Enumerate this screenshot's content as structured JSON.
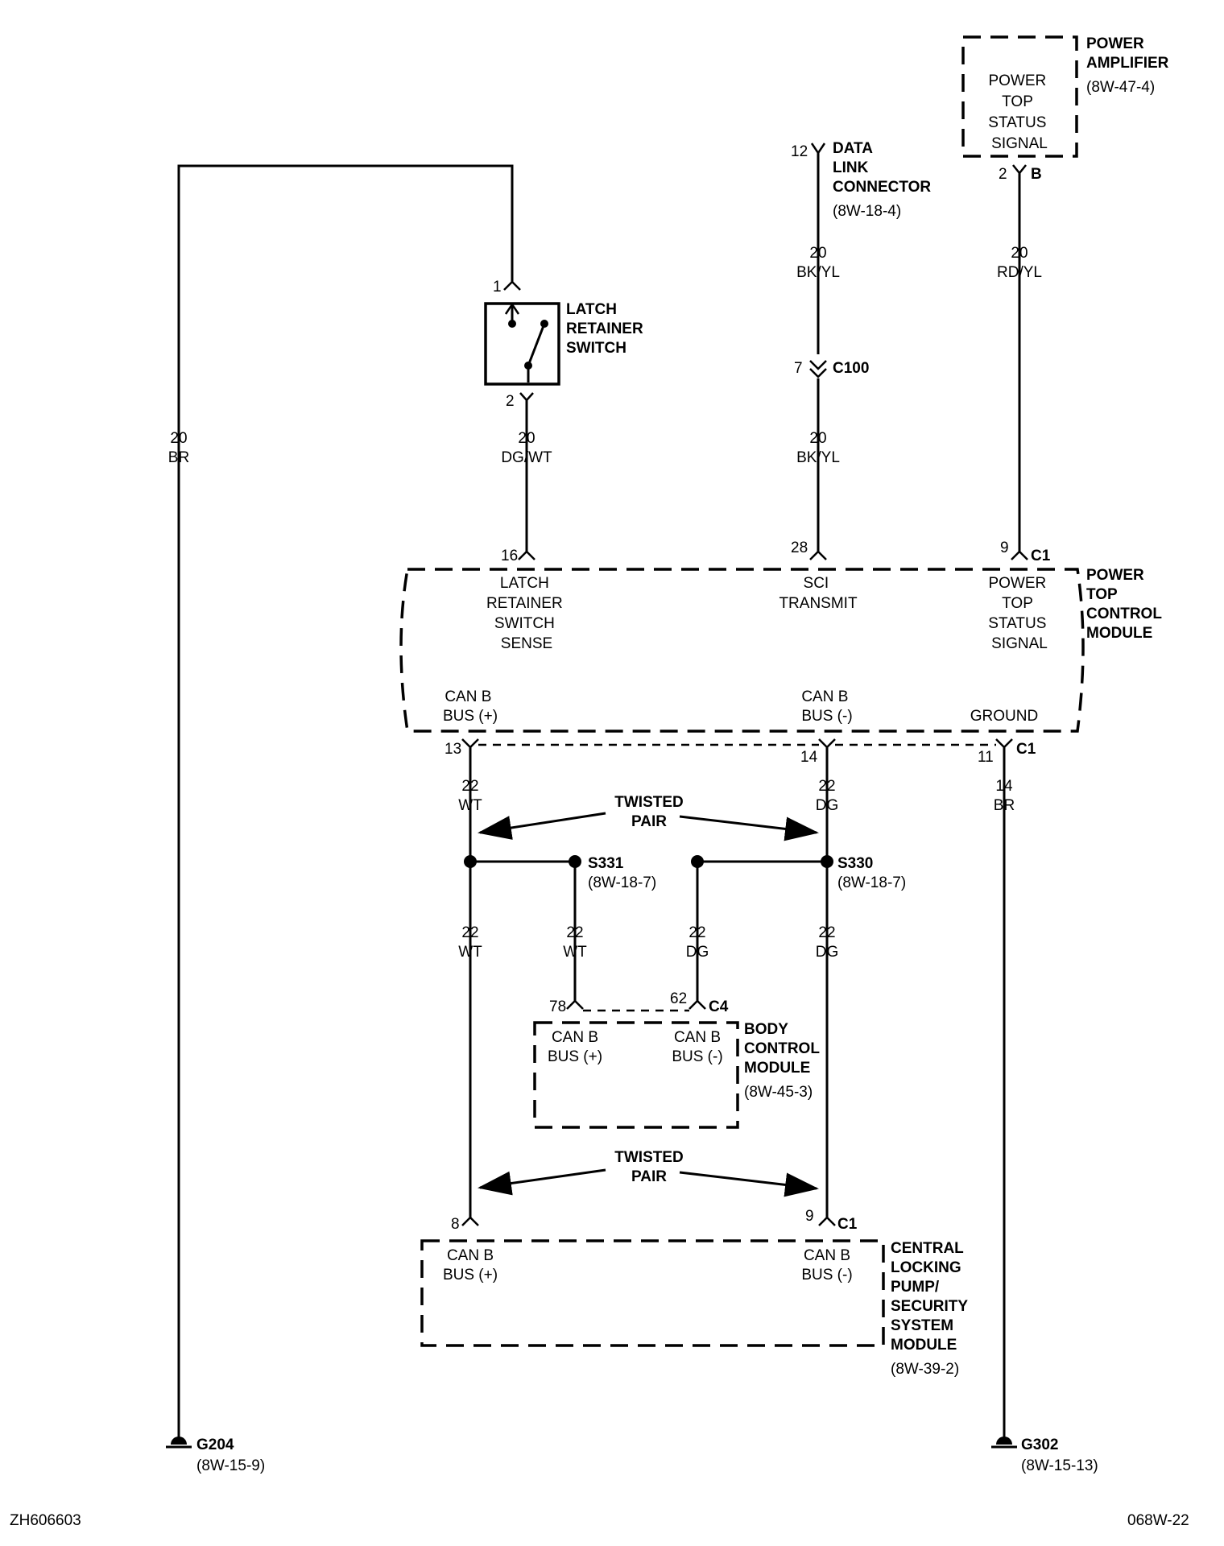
{
  "labels": {
    "pa": [
      "POWER",
      "AMPLIFIER",
      "(8W-47-4)"
    ],
    "pa_inner": [
      "POWER",
      "TOP",
      "STATUS",
      "SIGNAL"
    ],
    "pa_pin": "2",
    "pa_conn": "B",
    "dlc_pin": "12",
    "dlc": [
      "DATA",
      "LINK",
      "CONNECTOR",
      "(8W-18-4)"
    ],
    "lrs_pin1": "1",
    "lrs_pin2": "2",
    "lrs": [
      "LATCH",
      "RETAINER",
      "SWITCH"
    ],
    "w_br": [
      "20",
      "BR"
    ],
    "w_dgwt": [
      "20",
      "DG/WT"
    ],
    "w_bkyl_top": [
      "20",
      "BK/YL"
    ],
    "w_bkyl_bot": [
      "20",
      "BK/YL"
    ],
    "w_rdyl": [
      "20",
      "RD/YL"
    ],
    "c100_pin": "7",
    "c100": "C100",
    "ptcm_top_pins": [
      "16",
      "28",
      "9"
    ],
    "ptcm_top_conn": "C1",
    "ptcm_fn": [
      [
        "LATCH",
        "RETAINER",
        "SWITCH",
        "SENSE"
      ],
      [
        "SCI",
        "TRANSMIT"
      ],
      [
        "POWER",
        "TOP",
        "STATUS",
        "SIGNAL"
      ]
    ],
    "ptcm": [
      "POWER",
      "TOP",
      "CONTROL",
      "MODULE"
    ],
    "ptcm_can": [
      [
        "CAN B",
        "BUS (+)"
      ],
      [
        "CAN B",
        "BUS (-)"
      ],
      [
        "GROUND"
      ]
    ],
    "ptcm_bot_pins": [
      "13",
      "14",
      "11"
    ],
    "ptcm_bot_conn": "C1",
    "w_22wt_a": [
      "22",
      "WT"
    ],
    "w_22dg_a": [
      "22",
      "DG"
    ],
    "w_14br": [
      "14",
      "BR"
    ],
    "twisted": [
      "TWISTED",
      "PAIR"
    ],
    "s331": [
      "S331",
      "(8W-18-7)"
    ],
    "s330": [
      "S330",
      "(8W-18-7)"
    ],
    "w_22wt_b": [
      "22",
      "WT"
    ],
    "w_22wt_c": [
      "22",
      "WT"
    ],
    "w_22dg_b": [
      "22",
      "DG"
    ],
    "w_22dg_c": [
      "22",
      "DG"
    ],
    "bcm_pins": [
      "78",
      "62"
    ],
    "bcm_conn": "C4",
    "bcm_fn": [
      [
        "CAN B",
        "BUS (+)"
      ],
      [
        "CAN B",
        "BUS (-)"
      ]
    ],
    "bcm": [
      "BODY",
      "CONTROL",
      "MODULE",
      "(8W-45-3)"
    ],
    "twisted2": [
      "TWISTED",
      "PAIR"
    ],
    "clp_pins": [
      "8",
      "9"
    ],
    "clp_conn": "C1",
    "clp_fn": [
      [
        "CAN B",
        "BUS (+)"
      ],
      [
        "CAN B",
        "BUS (-)"
      ]
    ],
    "clp": [
      "CENTRAL",
      "LOCKING",
      "PUMP/",
      "SECURITY",
      "SYSTEM",
      "MODULE",
      "(8W-39-2)"
    ],
    "g204": [
      "G204",
      "(8W-15-9)"
    ],
    "g302": [
      "G302",
      "(8W-15-13)"
    ],
    "footer_left": "ZH606603",
    "footer_right": "068W-22"
  }
}
